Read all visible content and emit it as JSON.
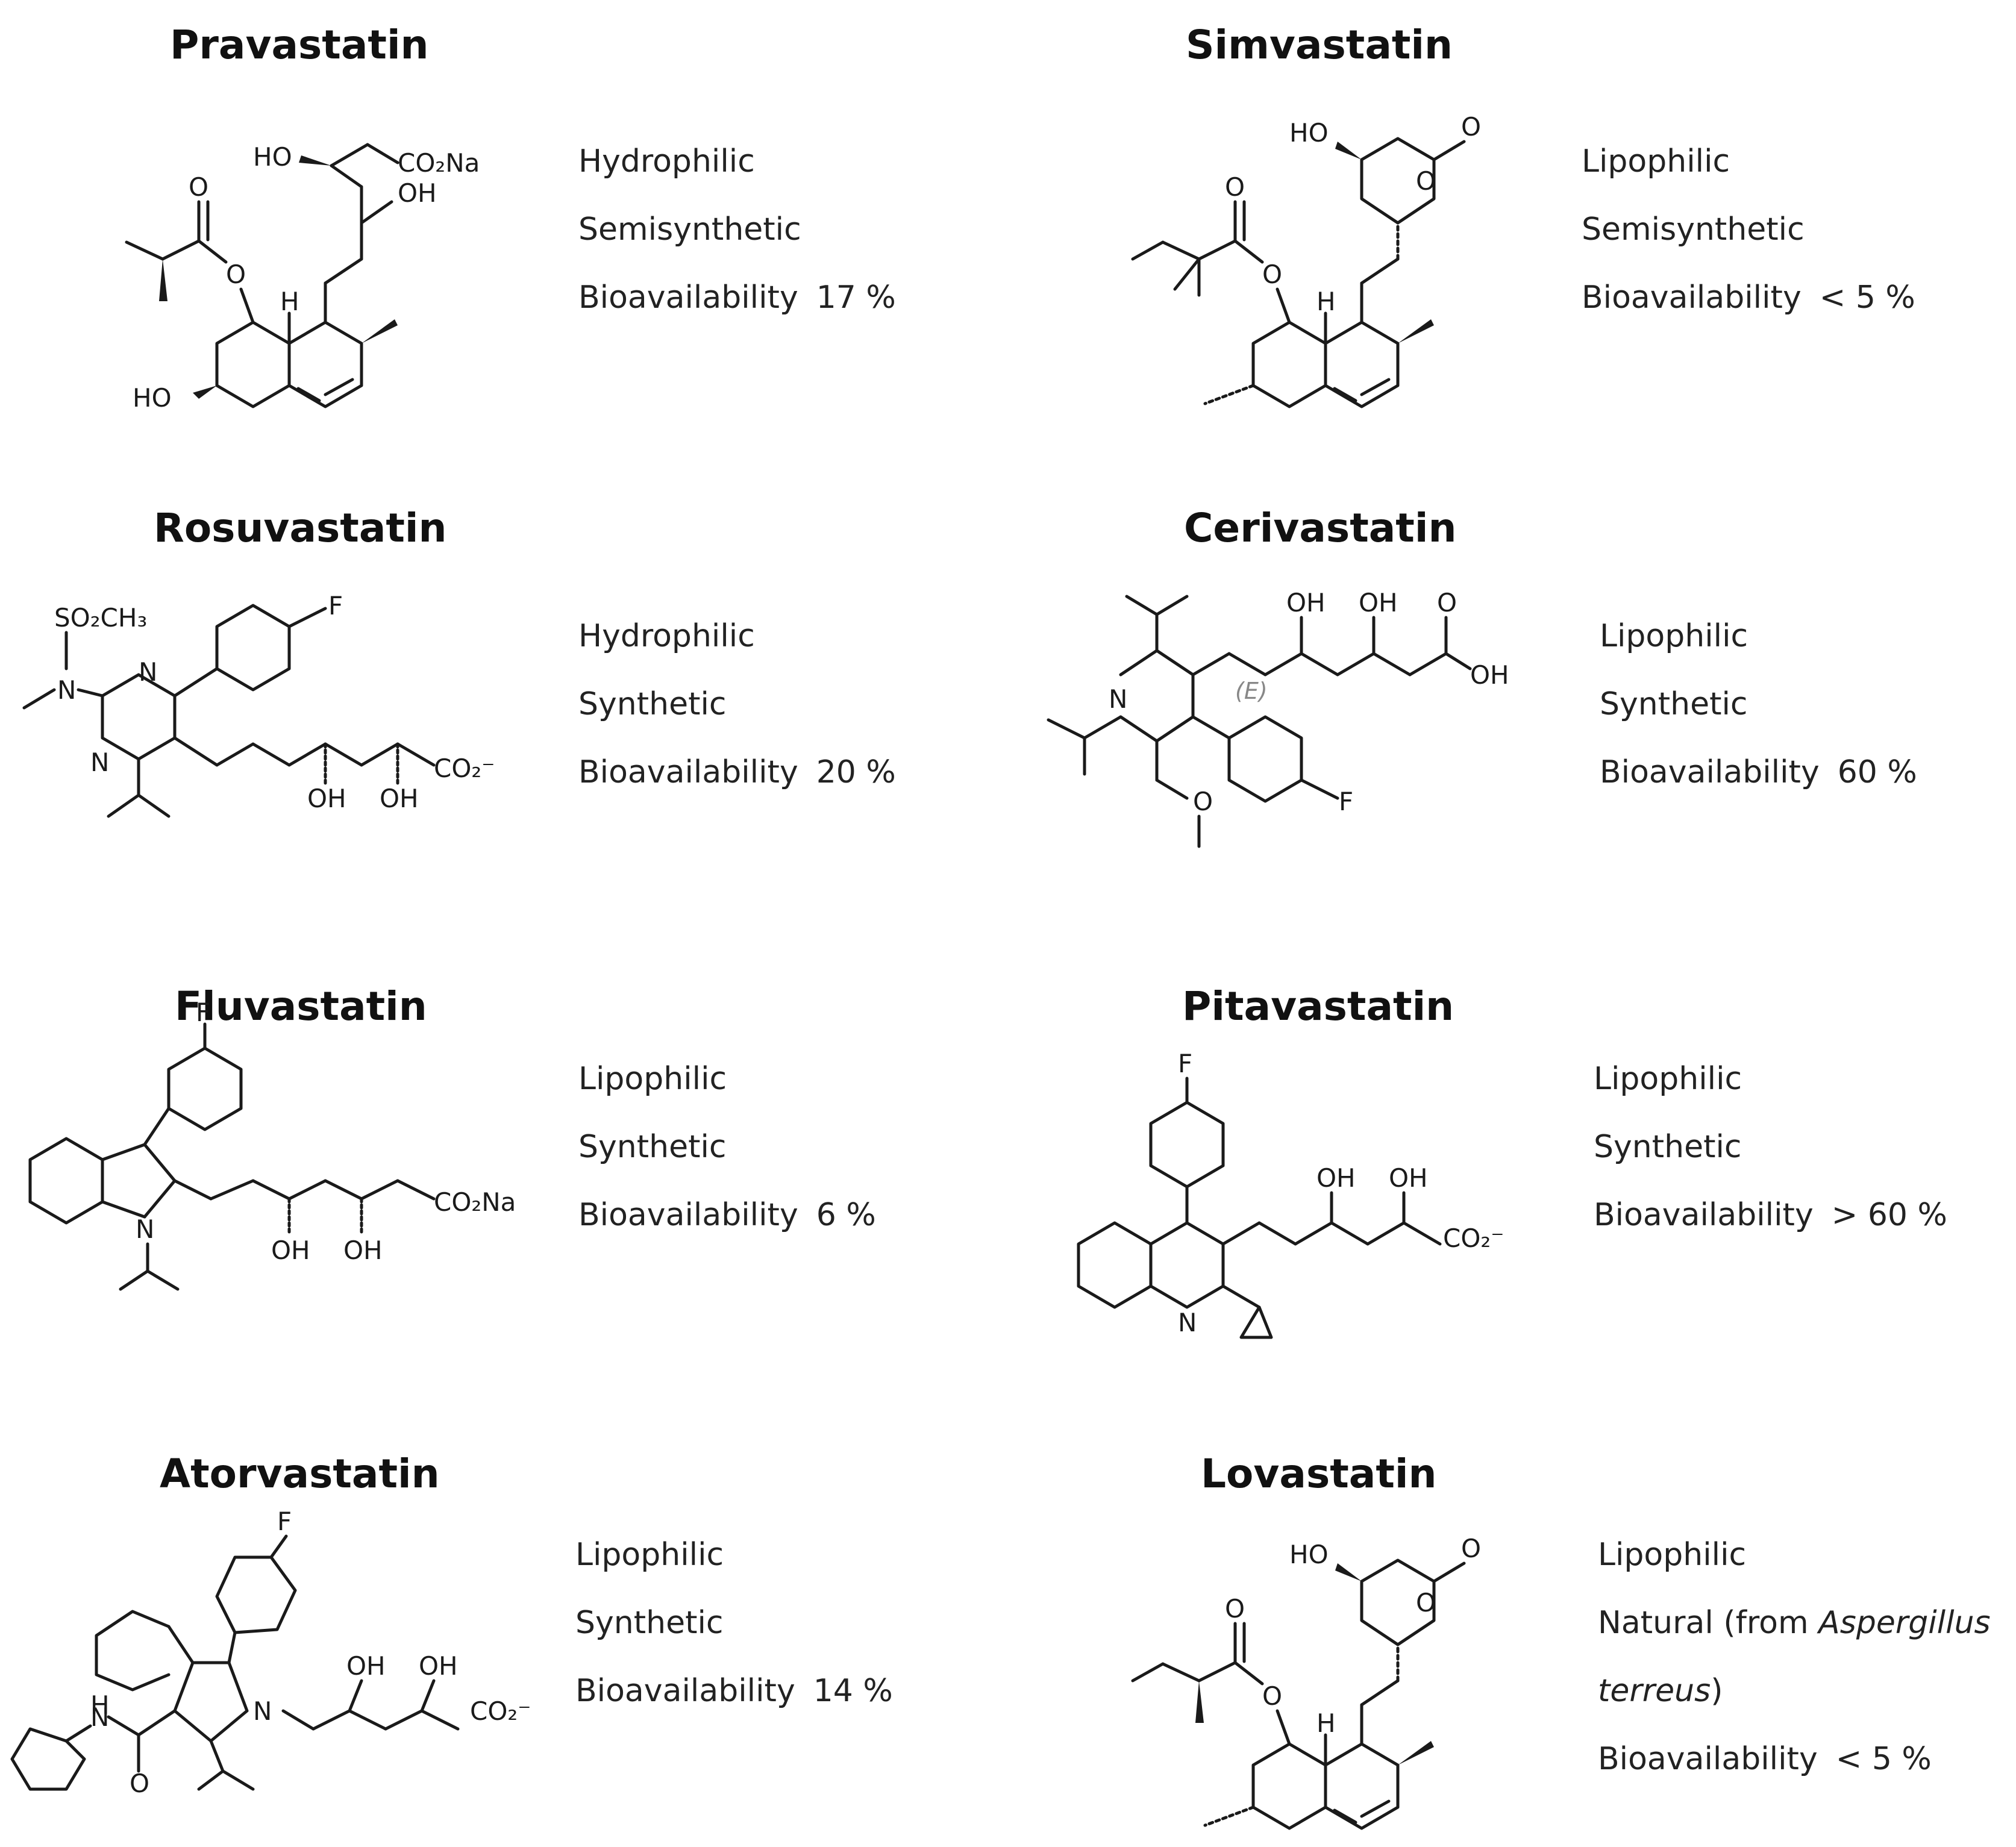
{
  "statins": [
    {
      "name": "Pravastatin",
      "solubility": "Hydrophilic",
      "origin": "Semisynthetic",
      "bio_label": "Bioavailability",
      "bio_value": "17 %"
    },
    {
      "name": "Simvastatin",
      "solubility": "Lipophilic",
      "origin": "Semisynthetic",
      "bio_label": "Bioavailability",
      "bio_value": "< 5 %"
    },
    {
      "name": "Rosuvastatin",
      "solubility": "Hydrophilic",
      "origin": "Synthetic",
      "bio_label": "Bioavailability",
      "bio_value": "20 %"
    },
    {
      "name": "Cerivastatin",
      "solubility": "Lipophilic",
      "origin": "Synthetic",
      "bio_label": "Bioavailability",
      "bio_value": "60 %"
    },
    {
      "name": "Fluvastatin",
      "solubility": "Lipophilic",
      "origin": "Synthetic",
      "bio_label": "Bioavailability",
      "bio_value": "6 %"
    },
    {
      "name": "Pitavastatin",
      "solubility": "Lipophilic",
      "origin": "Synthetic",
      "bio_label": "Bioavailability",
      "bio_value": "> 60 %"
    },
    {
      "name": "Atorvastatin",
      "solubility": "Lipophilic",
      "origin": "Synthetic",
      "bio_label": "Bioavailability",
      "bio_value": "14 %"
    },
    {
      "name": "Lovastatin",
      "solubility": "Lipophilic",
      "origin_prefix": "Natural (from ",
      "origin_italic_1": "Aspergillus",
      "origin_italic_2": "terreus",
      "origin_suffix": ")",
      "bio_label": "Bioavailability",
      "bio_value": "< 5 %"
    }
  ],
  "atom_labels": {
    "HO": "HO",
    "OH": "OH",
    "O": "O",
    "H": "H",
    "F": "F",
    "N": "N",
    "CO2Na": "CO₂Na",
    "CO2minus": "CO₂⁻",
    "SO2CH3": "SO₂CH₃",
    "E": "(E)"
  }
}
